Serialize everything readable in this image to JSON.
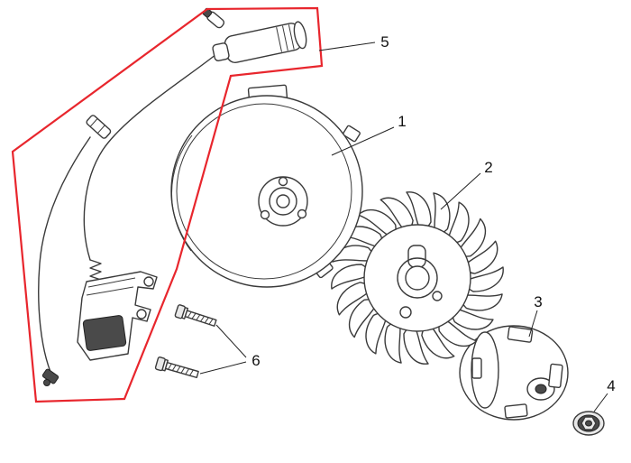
{
  "diagram": {
    "description": "Exploded parts diagram: flywheel, fan, starter drum, nut, spark plug cap, ignition coil and bolts",
    "labels": [
      {
        "text": "1"
      },
      {
        "text": "2"
      },
      {
        "text": "3"
      },
      {
        "text": "4"
      },
      {
        "text": "5"
      },
      {
        "text": "6"
      }
    ],
    "colors": {
      "highlight": "#e8262d",
      "line": "#3a3a3a"
    }
  }
}
